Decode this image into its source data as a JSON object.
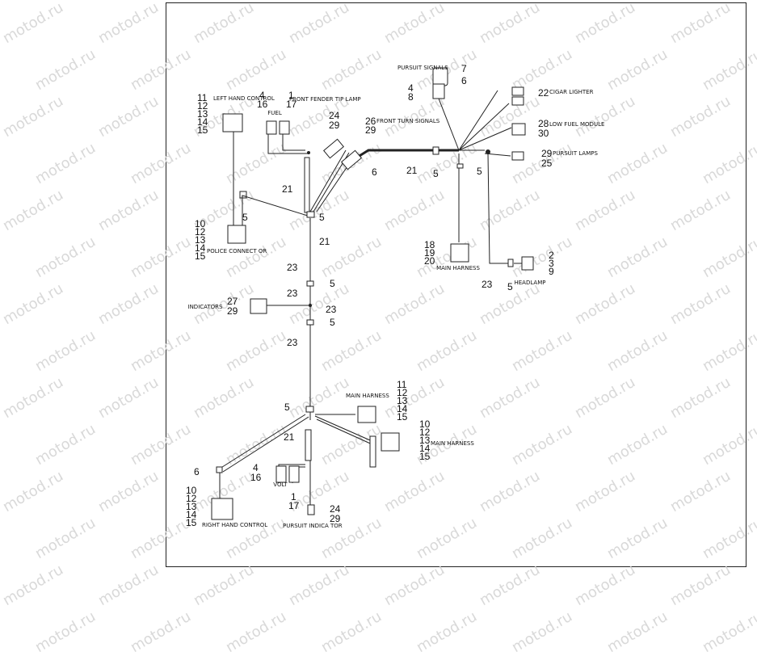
{
  "watermark": "motod.ru",
  "labels": {
    "pursuit_signals": "PURSUIT SIGNALS",
    "left_hand_control": "LEFT HAND CONTROL",
    "fuel": "FUEL",
    "front_fender_tip_lamp": "FRONT FENDER TIP LAMP",
    "front_turn_signals": "FRONT TURN SIGNALS",
    "cigar_lighter": "CIGAR LIGHTER",
    "low_fuel_module": "LOW FUEL MODULE",
    "pursuit_lamps": "PURSUIT LAMPS",
    "police_connector": "POLICE CONNECT OR",
    "main_harness_right": "MAIN HARNESS",
    "headlamp": "HEADLAMP",
    "indicators": "INDICATORS",
    "main_harness_upper": "MAIN HARNESS",
    "main_harness_lower": "MAIN HARNESS",
    "volt": "VOLT",
    "right_hand_control": "RIGHT HAND CONTROL",
    "pursuit_indicator": "PURSUIT INDICA TOR"
  },
  "callouts": {
    "n7": "7",
    "n6a": "6",
    "n4a": "4",
    "n8": "8",
    "n22": "22",
    "n11a": "11",
    "n12a": "12",
    "n13a": "13",
    "n14a": "14",
    "n15a": "15",
    "n4b": "4",
    "n16a": "16",
    "n1a": "1",
    "n17a": "17",
    "n24a": "24",
    "n29a": "29",
    "n26": "26",
    "n29b": "29",
    "n6b": "6",
    "n21a": "21",
    "n5a": "5",
    "n5b": "5",
    "n28": "28",
    "n30": "30",
    "n29c": "29",
    "n25": "25",
    "n21b": "21",
    "n5c": "5",
    "n5d": "5",
    "n21c": "21",
    "n10a": "10",
    "n12b": "12",
    "n13b": "13",
    "n14b": "14",
    "n15b": "15",
    "n18": "18",
    "n19": "19",
    "n20": "20",
    "n2": "2",
    "n3": "3",
    "n9": "9",
    "n23a": "23",
    "n5e": "5",
    "n23b": "23",
    "n23c": "23",
    "n5f": "5",
    "n27": "27",
    "n29d": "29",
    "n23d": "23",
    "n5g": "5",
    "n23e": "23",
    "n11b": "11",
    "n12c": "12",
    "n13c": "13",
    "n14c": "14",
    "n15c": "15",
    "n5h": "5",
    "n10b": "10",
    "n12d": "12",
    "n13d": "13",
    "n14d": "14",
    "n15d": "15",
    "n21d": "21",
    "n6c": "6",
    "n4c": "4",
    "n16b": "16",
    "n10c": "10",
    "n12e": "12",
    "n13e": "13",
    "n14e": "14",
    "n15e": "15",
    "n1b": "1",
    "n17b": "17",
    "n24b": "24",
    "n29e": "29"
  }
}
